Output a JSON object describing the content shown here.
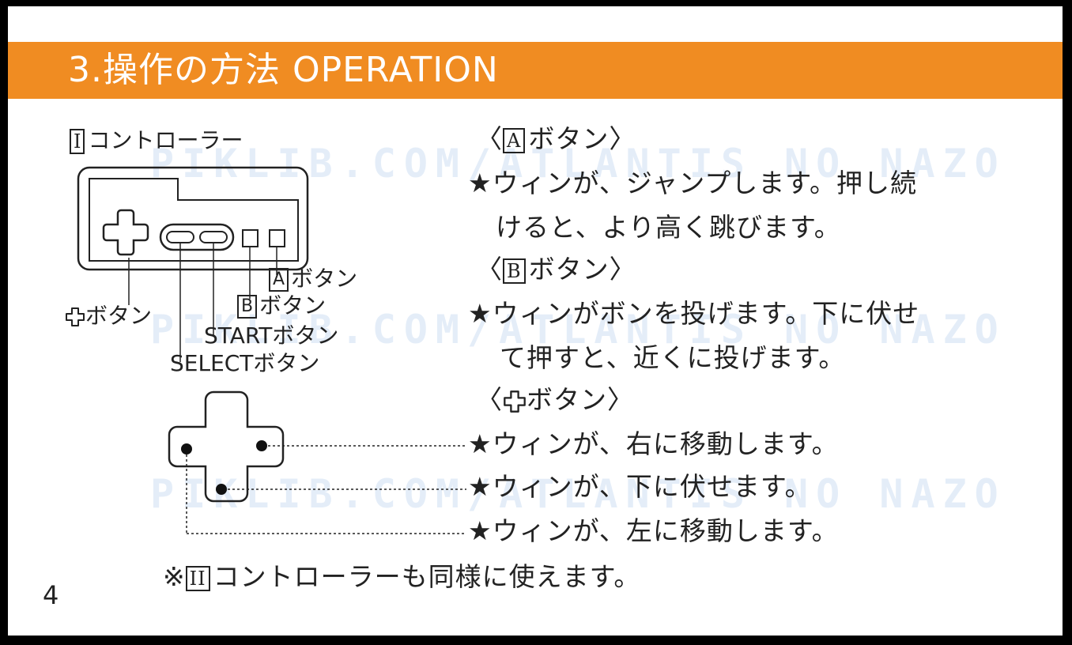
{
  "header": {
    "title": "3.操作の方法 OPERATION"
  },
  "watermark": {
    "text": "PIKLIB.COM/ATLANTIS NO NAZO"
  },
  "controller": {
    "heading_box": "I",
    "heading_text": "コントローラー",
    "labels": {
      "a_box": "A",
      "a_text": "ボタン",
      "b_box": "B",
      "b_text": "ボタン",
      "start": "STARTボタン",
      "select": "SELECTボタン",
      "dpad": "ボタン"
    }
  },
  "sections": {
    "a_button": {
      "open": "〈",
      "box": "A",
      "label": "ボタン〉",
      "line1": "★ウィンが、ジャンプします。押し続",
      "line2": "けると、より高く跳びます。"
    },
    "b_button": {
      "open": "〈",
      "box": "B",
      "label": "ボタン〉",
      "line1": "★ウィンがボンを投げます。下に伏せ",
      "line2": "て押すと、近くに投げます。"
    },
    "dpad": {
      "open": "〈",
      "label": "ボタン〉",
      "right": "★ウィンが、右に移動します。",
      "down": "★ウィンが、下に伏せます。",
      "left": "★ウィンが、左に移動します。"
    }
  },
  "note": {
    "prefix": "※",
    "box": "II",
    "text": "コントローラーも同様に使えます。"
  },
  "page_number": "4",
  "colors": {
    "banner": "#f08c22",
    "text": "#222222",
    "background": "#ffffff",
    "frame": "#000000"
  }
}
